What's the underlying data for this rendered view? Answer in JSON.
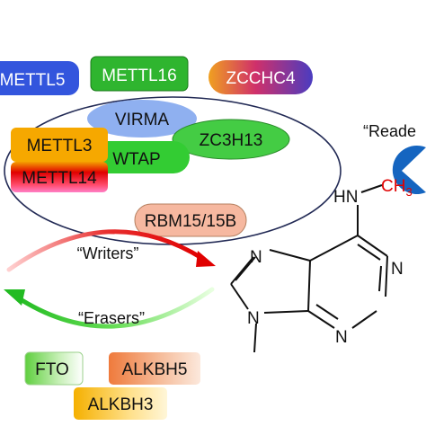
{
  "proteins": {
    "mettl5": "METTL5",
    "mettl16": "METTL16",
    "zcchc4": "ZCCHC4",
    "virma": "VIRMA",
    "mettl3": "METTL3",
    "zc3h13": "ZC3H13",
    "wtap": "WTAP",
    "mettl14": "METTL14",
    "rbm15": "RBM15/15B",
    "fto": "FTO",
    "alkbh5": "ALKBH5",
    "alkbh3": "ALKBH3"
  },
  "labels": {
    "writers": "“Writers”",
    "erasers": "“Erasers”",
    "readers": "“Reade"
  },
  "molecule": {
    "hn": "HN",
    "ch3": "CH",
    "ch3_sub": "3",
    "n1": "N",
    "n3": "N",
    "n7": "N",
    "n9": "N"
  },
  "colors": {
    "mettl5": "#3355dd",
    "mettl16": "#2fb52f",
    "mettl3": "#f6a800",
    "wtap": "#33cc33",
    "zc3h13": "#44cc44",
    "virma": "#8fb0f0",
    "rbm15": "#f6b8a0",
    "writers_arrow": "#e00000",
    "erasers_arrow": "#22bb22",
    "methyl": "#e00000",
    "pacman": "#1565c0"
  }
}
